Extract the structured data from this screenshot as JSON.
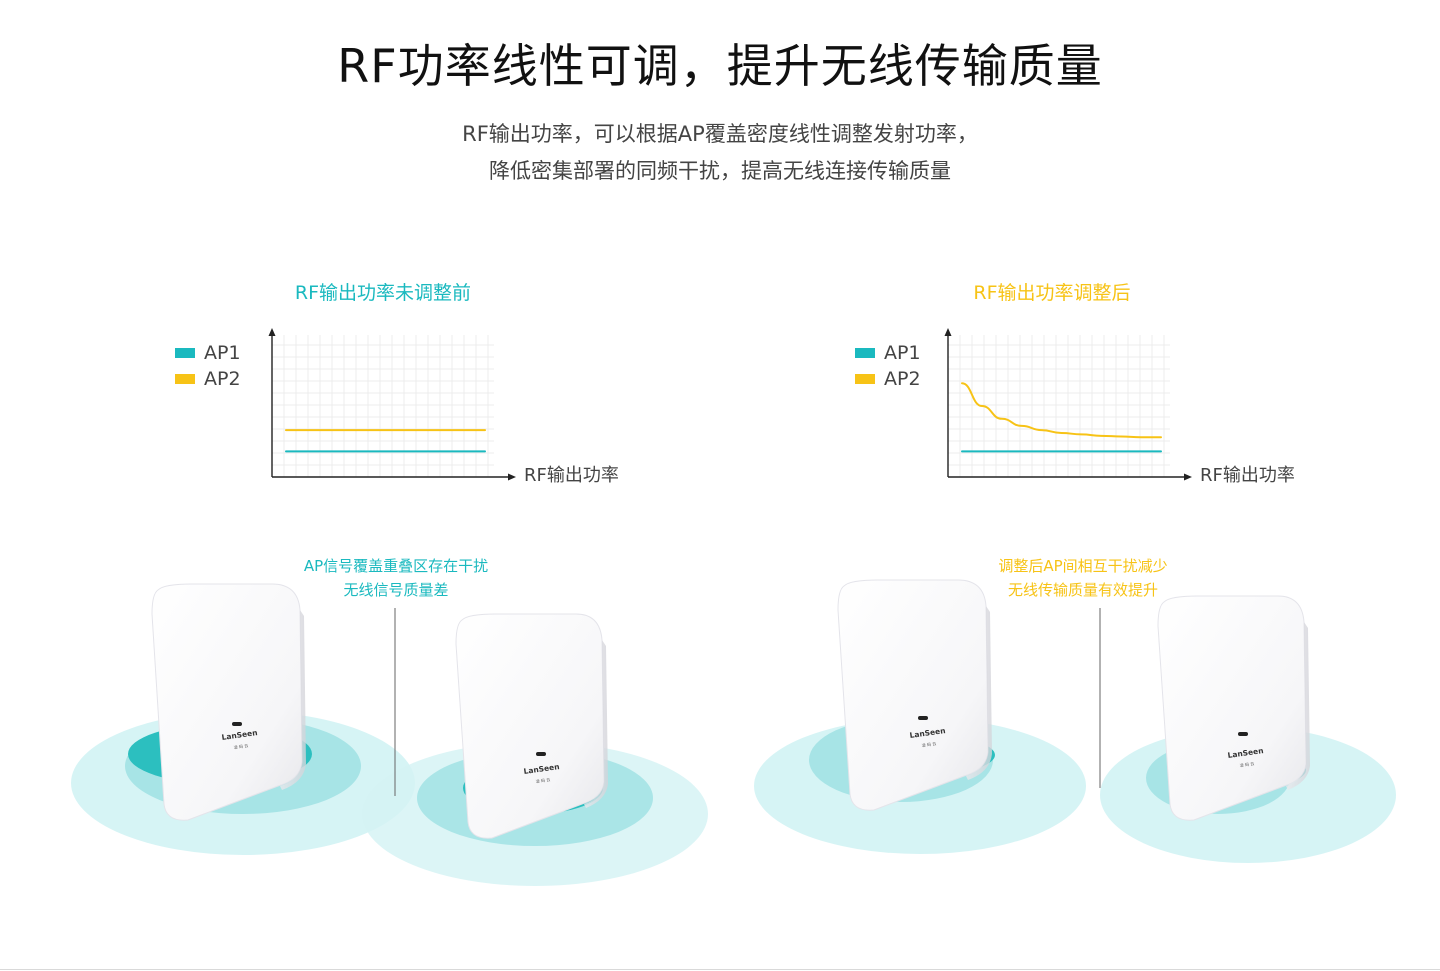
{
  "title": "RF功率线性可调，提升无线传输质量",
  "subtitle": [
    "RF输出功率，可以根据AP覆盖密度线性调整发射功率，",
    "降低密集部署的同频干扰，提高无线连接传输质量"
  ],
  "colors": {
    "teal": "#1ab9bf",
    "yellow": "#f7c316",
    "grid": "#ececec",
    "axis": "#222222",
    "ripple_light": "#d4f3f4",
    "ripple_mid": "#a7e4e6",
    "ripple_core": "#2cbfbf"
  },
  "chart_data": [
    {
      "type": "line",
      "title": "RF输出功率未调整前",
      "xlabel": "RF输出功率",
      "ylabel": "",
      "grid": true,
      "legend": "left",
      "series": [
        {
          "name": "AP1",
          "color": "#1ab9bf",
          "values": [
            0.18,
            0.18,
            0.18,
            0.18,
            0.18,
            0.18,
            0.18,
            0.18,
            0.18,
            0.18,
            0.18
          ]
        },
        {
          "name": "AP2",
          "color": "#f7c316",
          "values": [
            0.33,
            0.33,
            0.33,
            0.33,
            0.33,
            0.33,
            0.33,
            0.33,
            0.33,
            0.33,
            0.33
          ]
        }
      ]
    },
    {
      "type": "line",
      "title": "RF输出功率调整后",
      "xlabel": "RF输出功率",
      "ylabel": "",
      "grid": true,
      "legend": "left",
      "series": [
        {
          "name": "AP1",
          "color": "#1ab9bf",
          "values": [
            0.18,
            0.18,
            0.18,
            0.18,
            0.18,
            0.18,
            0.18,
            0.18,
            0.18,
            0.18,
            0.18
          ]
        },
        {
          "name": "AP2",
          "color": "#f7c316",
          "values": [
            0.66,
            0.5,
            0.41,
            0.36,
            0.33,
            0.31,
            0.3,
            0.29,
            0.285,
            0.28,
            0.28
          ]
        }
      ]
    }
  ],
  "scenes": [
    {
      "annotation": [
        "AP信号覆盖重叠区存在干扰",
        "无线信号质量差"
      ],
      "color": "#1ab9bf"
    },
    {
      "annotation": [
        "调整后AP间相互干扰减少",
        "无线传输质量有效提升"
      ],
      "color": "#f7c316"
    }
  ],
  "device": {
    "brand": "LanSeen",
    "sub": "凌 码 云"
  }
}
